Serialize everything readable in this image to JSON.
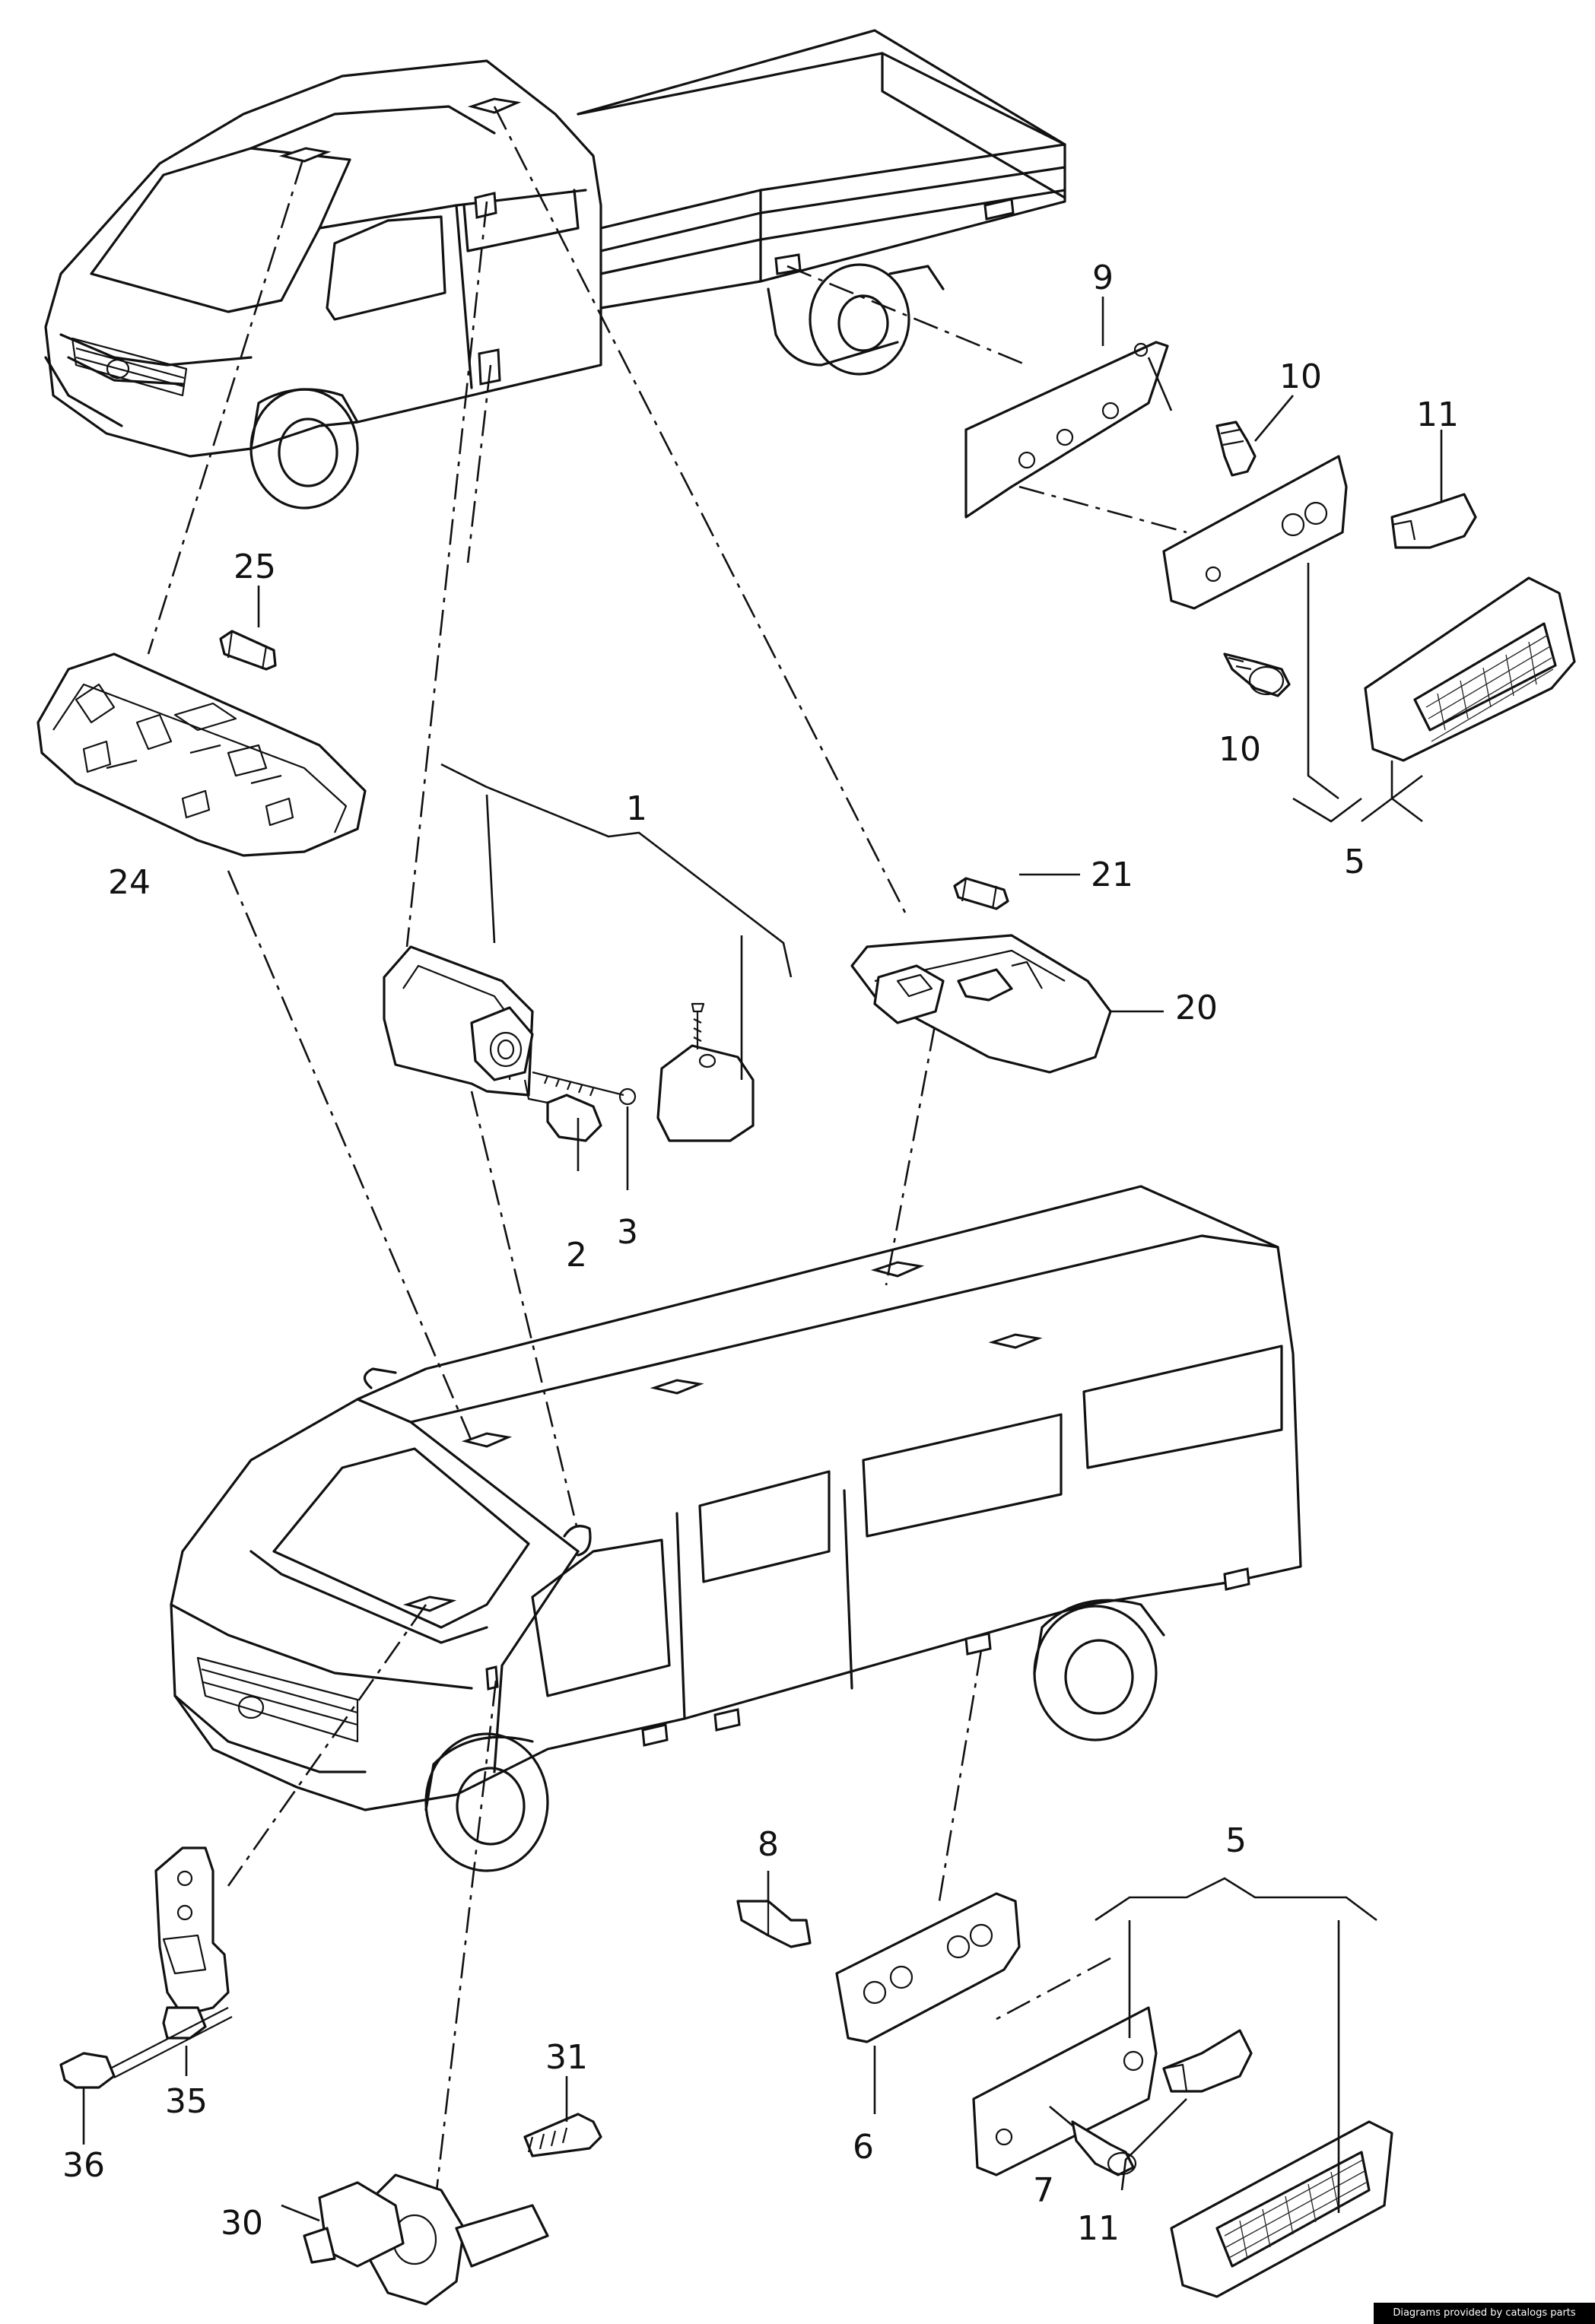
{
  "diagram": {
    "callouts": {
      "p1": "1",
      "p2": "2",
      "p3": "3",
      "p5_top": "5",
      "p5_bottom": "5",
      "p6": "6",
      "p7": "7",
      "p8": "8",
      "p9": "9",
      "p10_upper": "10",
      "p10_lower": "10",
      "p11_upper": "11",
      "p11_lower": "11",
      "p20": "20",
      "p21": "21",
      "p24": "24",
      "p25": "25",
      "p30": "30",
      "p31": "31",
      "p35": "35",
      "p36": "36"
    }
  },
  "footer": {
    "credit": "Diagrams provided by catalogs parts"
  }
}
